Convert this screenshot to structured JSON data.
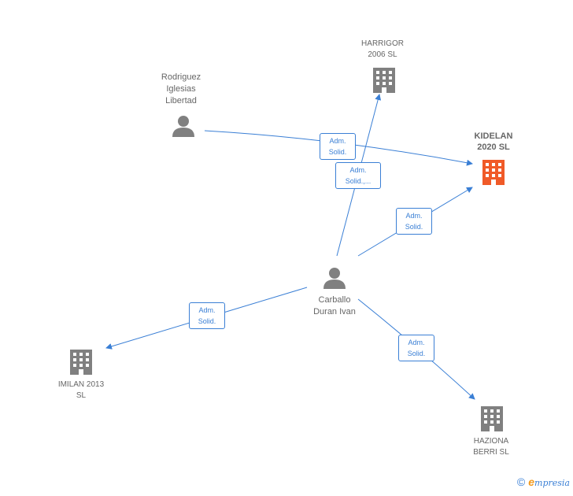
{
  "nodes": {
    "harrigor": {
      "label_lines": [
        "HARRIGOR",
        "2006 SL"
      ]
    },
    "rodriguez": {
      "label_lines": [
        "Rodriguez",
        "Iglesias",
        "Libertad"
      ]
    },
    "kidelan": {
      "label_lines": [
        "KIDELAN",
        "2020  SL"
      ]
    },
    "carballo": {
      "label_lines": [
        "Carballo",
        "Duran Ivan"
      ]
    },
    "imilan": {
      "label_lines": [
        "IMILAN 2013",
        "SL"
      ]
    },
    "haziona": {
      "label_lines": [
        "HAZIONA",
        "BERRI  SL"
      ]
    }
  },
  "edge_labels": {
    "rodriguez_kidelan": [
      "Adm.",
      "Solid."
    ],
    "carballo_harrigor": [
      "Adm.",
      "Solid.,..."
    ],
    "carballo_kidelan": [
      "Adm.",
      "Solid."
    ],
    "carballo_imilan": [
      "Adm.",
      "Solid."
    ],
    "carballo_haziona": [
      "Adm.",
      "Solid."
    ]
  },
  "footer": {
    "copyright": "©",
    "brand_e": "e",
    "brand_rest": "mpresia"
  },
  "colors": {
    "edge": "#3a7fd5",
    "node_gray": "#808080",
    "node_highlight": "#f05a28"
  },
  "icons": {
    "person": "person-icon",
    "company": "building-icon"
  }
}
